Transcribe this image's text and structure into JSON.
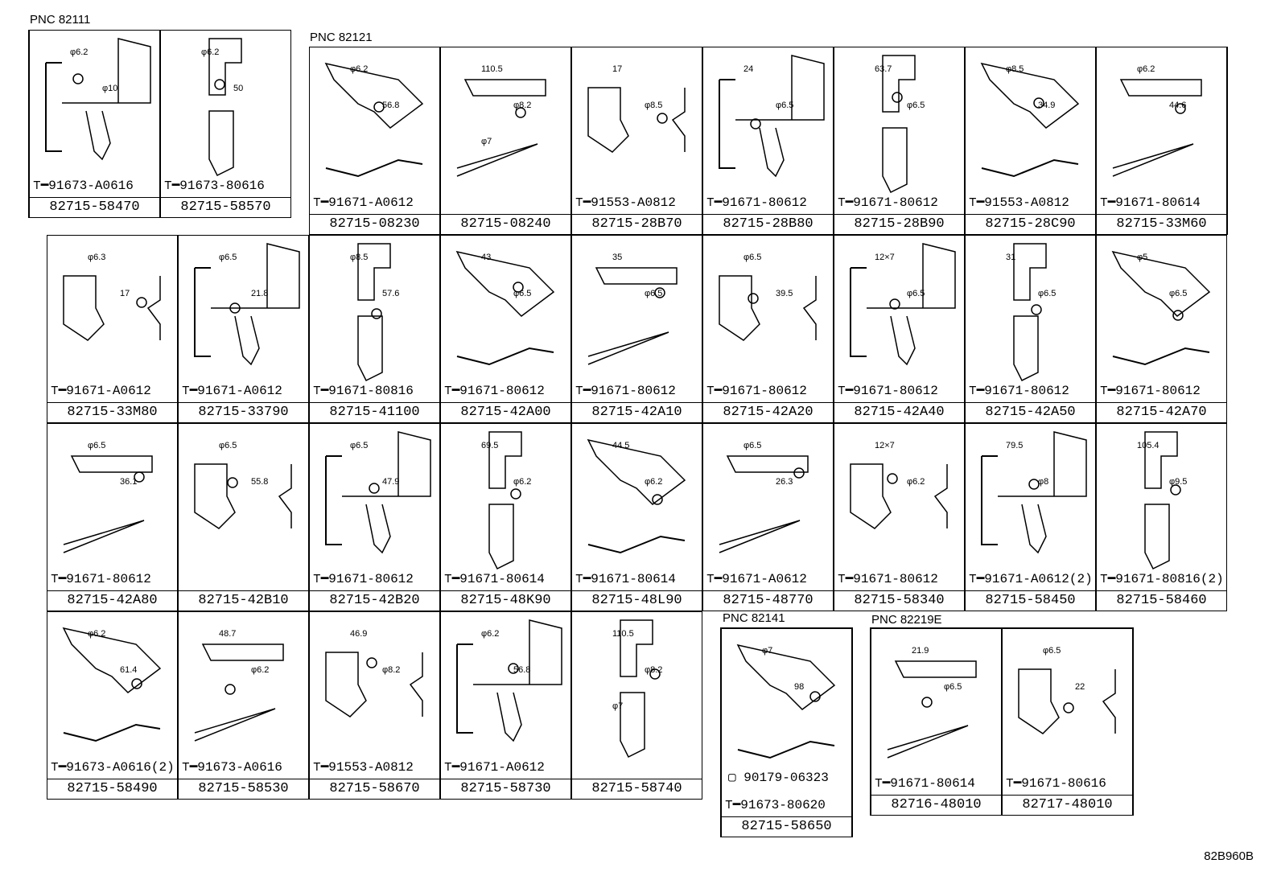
{
  "pnc_labels": [
    "PNC 82111",
    "PNC 82121",
    "PNC 82141",
    "PNC 82219E"
  ],
  "reference": "82B960B",
  "cells": [
    {
      "part": "82715-58470",
      "bolt": "91673-A0616",
      "dims": [
        "φ6.2",
        "φ10"
      ]
    },
    {
      "part": "82715-58570",
      "bolt": "91673-80616",
      "dims": [
        "φ6.2",
        "50"
      ]
    },
    {
      "part": "82715-08230",
      "bolt": "91671-A0612",
      "dims": [
        "φ6.2",
        "56.8"
      ]
    },
    {
      "part": "82715-08240",
      "bolt": "",
      "dims": [
        "110.5",
        "φ8.2",
        "φ7"
      ]
    },
    {
      "part": "82715-28B70",
      "bolt": "91553-A0812",
      "dims": [
        "17",
        "φ8.5"
      ]
    },
    {
      "part": "82715-28B80",
      "bolt": "91671-80612",
      "dims": [
        "24",
        "φ6.5"
      ]
    },
    {
      "part": "82715-28B90",
      "bolt": "91671-80612",
      "dims": [
        "63.7",
        "φ6.5"
      ]
    },
    {
      "part": "82715-28C90",
      "bolt": "91553-A0812",
      "dims": [
        "φ8.5",
        "34.9"
      ]
    },
    {
      "part": "82715-33M60",
      "bolt": "91671-80614",
      "dims": [
        "φ6.2",
        "44.6"
      ]
    },
    {
      "part": "82715-33M80",
      "bolt": "91671-A0612",
      "dims": [
        "φ6.3",
        "17"
      ]
    },
    {
      "part": "82715-33790",
      "bolt": "91671-A0612",
      "dims": [
        "φ6.5",
        "21.8"
      ]
    },
    {
      "part": "82715-41100",
      "bolt": "91671-80816",
      "dims": [
        "φ8.5",
        "57.6"
      ]
    },
    {
      "part": "82715-42A00",
      "bolt": "91671-80612",
      "dims": [
        "43",
        "φ6.5"
      ]
    },
    {
      "part": "82715-42A10",
      "bolt": "91671-80612",
      "dims": [
        "35",
        "φ6.5"
      ]
    },
    {
      "part": "82715-42A20",
      "bolt": "91671-80612",
      "dims": [
        "φ6.5",
        "39.5"
      ]
    },
    {
      "part": "82715-42A40",
      "bolt": "91671-80612",
      "dims": [
        "12×7",
        "φ6.5"
      ]
    },
    {
      "part": "82715-42A50",
      "bolt": "91671-80612",
      "dims": [
        "31",
        "φ6.5"
      ]
    },
    {
      "part": "82715-42A70",
      "bolt": "91671-80612",
      "dims": [
        "φ5",
        "φ6.5"
      ]
    },
    {
      "part": "82715-42A80",
      "bolt": "91671-80612",
      "dims": [
        "φ6.5",
        "36.1"
      ]
    },
    {
      "part": "82715-42B10",
      "bolt": "",
      "dims": [
        "φ6.5",
        "55.8"
      ]
    },
    {
      "part": "82715-42B20",
      "bolt": "91671-80612",
      "dims": [
        "φ6.5",
        "47.9"
      ]
    },
    {
      "part": "82715-48K90",
      "bolt": "91671-80614",
      "dims": [
        "69.5",
        "φ6.2"
      ]
    },
    {
      "part": "82715-48L90",
      "bolt": "91671-80614",
      "dims": [
        "44.5",
        "φ6.2"
      ]
    },
    {
      "part": "82715-48770",
      "bolt": "91671-A0612",
      "dims": [
        "φ6.5",
        "26.3"
      ]
    },
    {
      "part": "82715-58340",
      "bolt": "91671-80612",
      "dims": [
        "12×7",
        "φ6.2"
      ]
    },
    {
      "part": "82715-58450",
      "bolt": "91671-A0612(2)",
      "dims": [
        "79.5",
        "φ8"
      ]
    },
    {
      "part": "82715-58460",
      "bolt": "91671-80816(2)",
      "dims": [
        "105.4",
        "φ9.5"
      ]
    },
    {
      "part": "82715-58490",
      "bolt": "91673-A0616(2)",
      "dims": [
        "φ6.2",
        "61.4"
      ]
    },
    {
      "part": "82715-58530",
      "bolt": "91673-A0616",
      "dims": [
        "48.7",
        "φ6.2"
      ]
    },
    {
      "part": "82715-58670",
      "bolt": "91553-A0812",
      "dims": [
        "46.9",
        "φ8.2"
      ]
    },
    {
      "part": "82715-58730",
      "bolt": "91671-A0612",
      "dims": [
        "φ6.2",
        "56.8"
      ]
    },
    {
      "part": "82715-58740",
      "bolt": "",
      "dims": [
        "110.5",
        "φ8.2",
        "φ7"
      ]
    },
    {
      "part": "82715-58650",
      "bolt": "91673-80620",
      "bolt2": "90179-06323",
      "dims": [
        "φ7",
        "98"
      ]
    },
    {
      "part": "82716-48010",
      "bolt": "91671-80614",
      "dims": [
        "21.9",
        "φ6.5"
      ]
    },
    {
      "part": "82717-48010",
      "bolt": "91671-80616",
      "dims": [
        "φ6.5",
        "22"
      ]
    }
  ]
}
